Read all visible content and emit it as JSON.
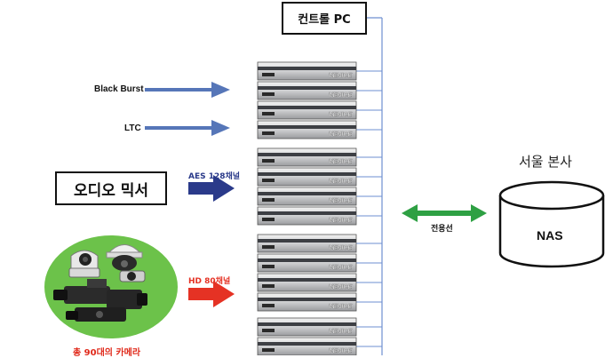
{
  "control_pc": {
    "label": "컨트롤 PC"
  },
  "inputs": {
    "black_burst": "Black Burst",
    "ltc": "LTC",
    "aes": "AES 128채널",
    "hd": "HD 80채널"
  },
  "audio_mixer": {
    "label": "오디오 믹서"
  },
  "cameras": {
    "label": "총 90대의 카메라"
  },
  "server_rack": {
    "unit_label": "VENICE",
    "groups": 4,
    "units_per_group": 4
  },
  "link": {
    "label": "전용선"
  },
  "hq": {
    "title": "서울 본사",
    "storage_label": "NAS"
  },
  "colors": {
    "blue_arrow": "#5676b8",
    "navy_arrow": "#2a3a8a",
    "red_arrow": "#e53224",
    "green_arrow": "#2ea043",
    "camera_bg": "#6cc24a",
    "camera_label": "#e02a1b",
    "bus_line": "#6e8fd0"
  }
}
